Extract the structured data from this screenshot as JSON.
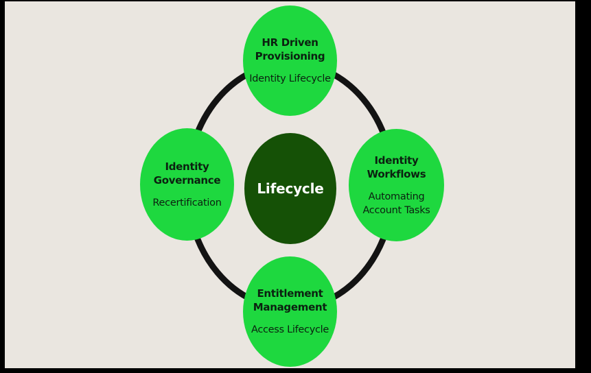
{
  "diagram": {
    "type": "cycle-diagram",
    "center_node": {
      "title": "Lifecycle"
    },
    "nodes": [
      {
        "position": "top",
        "title": "HR Driven\nProvisioning",
        "subtitle": "Identity Lifecycle"
      },
      {
        "position": "left",
        "title": "Identity\nGovernance",
        "subtitle": "Recertification"
      },
      {
        "position": "right",
        "title": "Identity\nWorkflows",
        "subtitle": "Automating\nAccount Tasks"
      },
      {
        "position": "bottom",
        "title": "Entitlement\nManagement",
        "subtitle": "Access Lifecycle"
      }
    ],
    "colors": {
      "background_beige": "#EAE6E0",
      "node_bright_green": "#1ED83F",
      "center_dark_green": "#155106",
      "ring_stroke": "#131313",
      "node_text_dark": "#0B2110",
      "center_text_white": "#FFFFFF",
      "letterbox_black": "#000000"
    }
  }
}
